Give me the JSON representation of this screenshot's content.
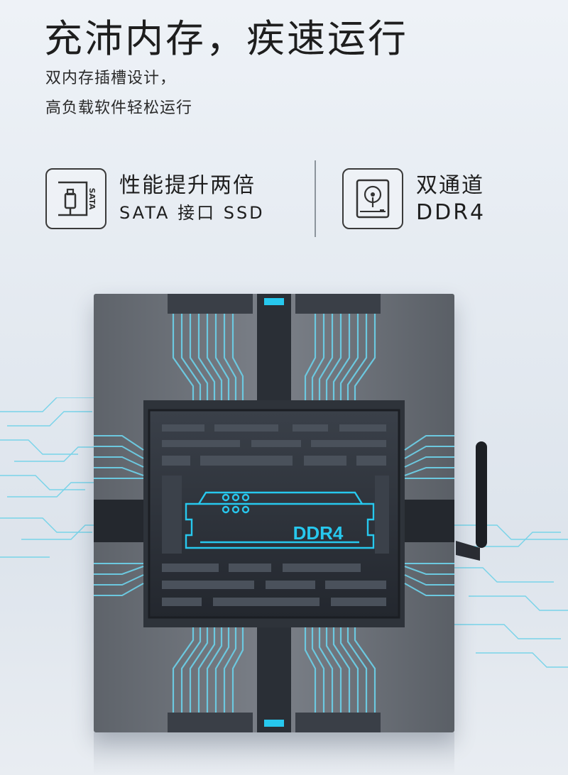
{
  "header": {
    "title": "充沛内存，疾速运行",
    "subtitle_line1": "双内存插槽设计，",
    "subtitle_line2": "高负载软件轻松运行"
  },
  "features": {
    "ssd": {
      "icon": "usb-plug-icon",
      "icon_badge": "SATA",
      "line1": "性能提升两倍",
      "line2": "SATA 接口 SSD"
    },
    "ddr": {
      "icon": "hard-drive-icon",
      "line1": "双通道",
      "line2": "DDR4"
    }
  },
  "device": {
    "chip_label": "DDR4"
  },
  "colors": {
    "accent_cyan": "#27c8ee",
    "device_dark": "#2b3038",
    "device_frame": "#6e737a"
  }
}
